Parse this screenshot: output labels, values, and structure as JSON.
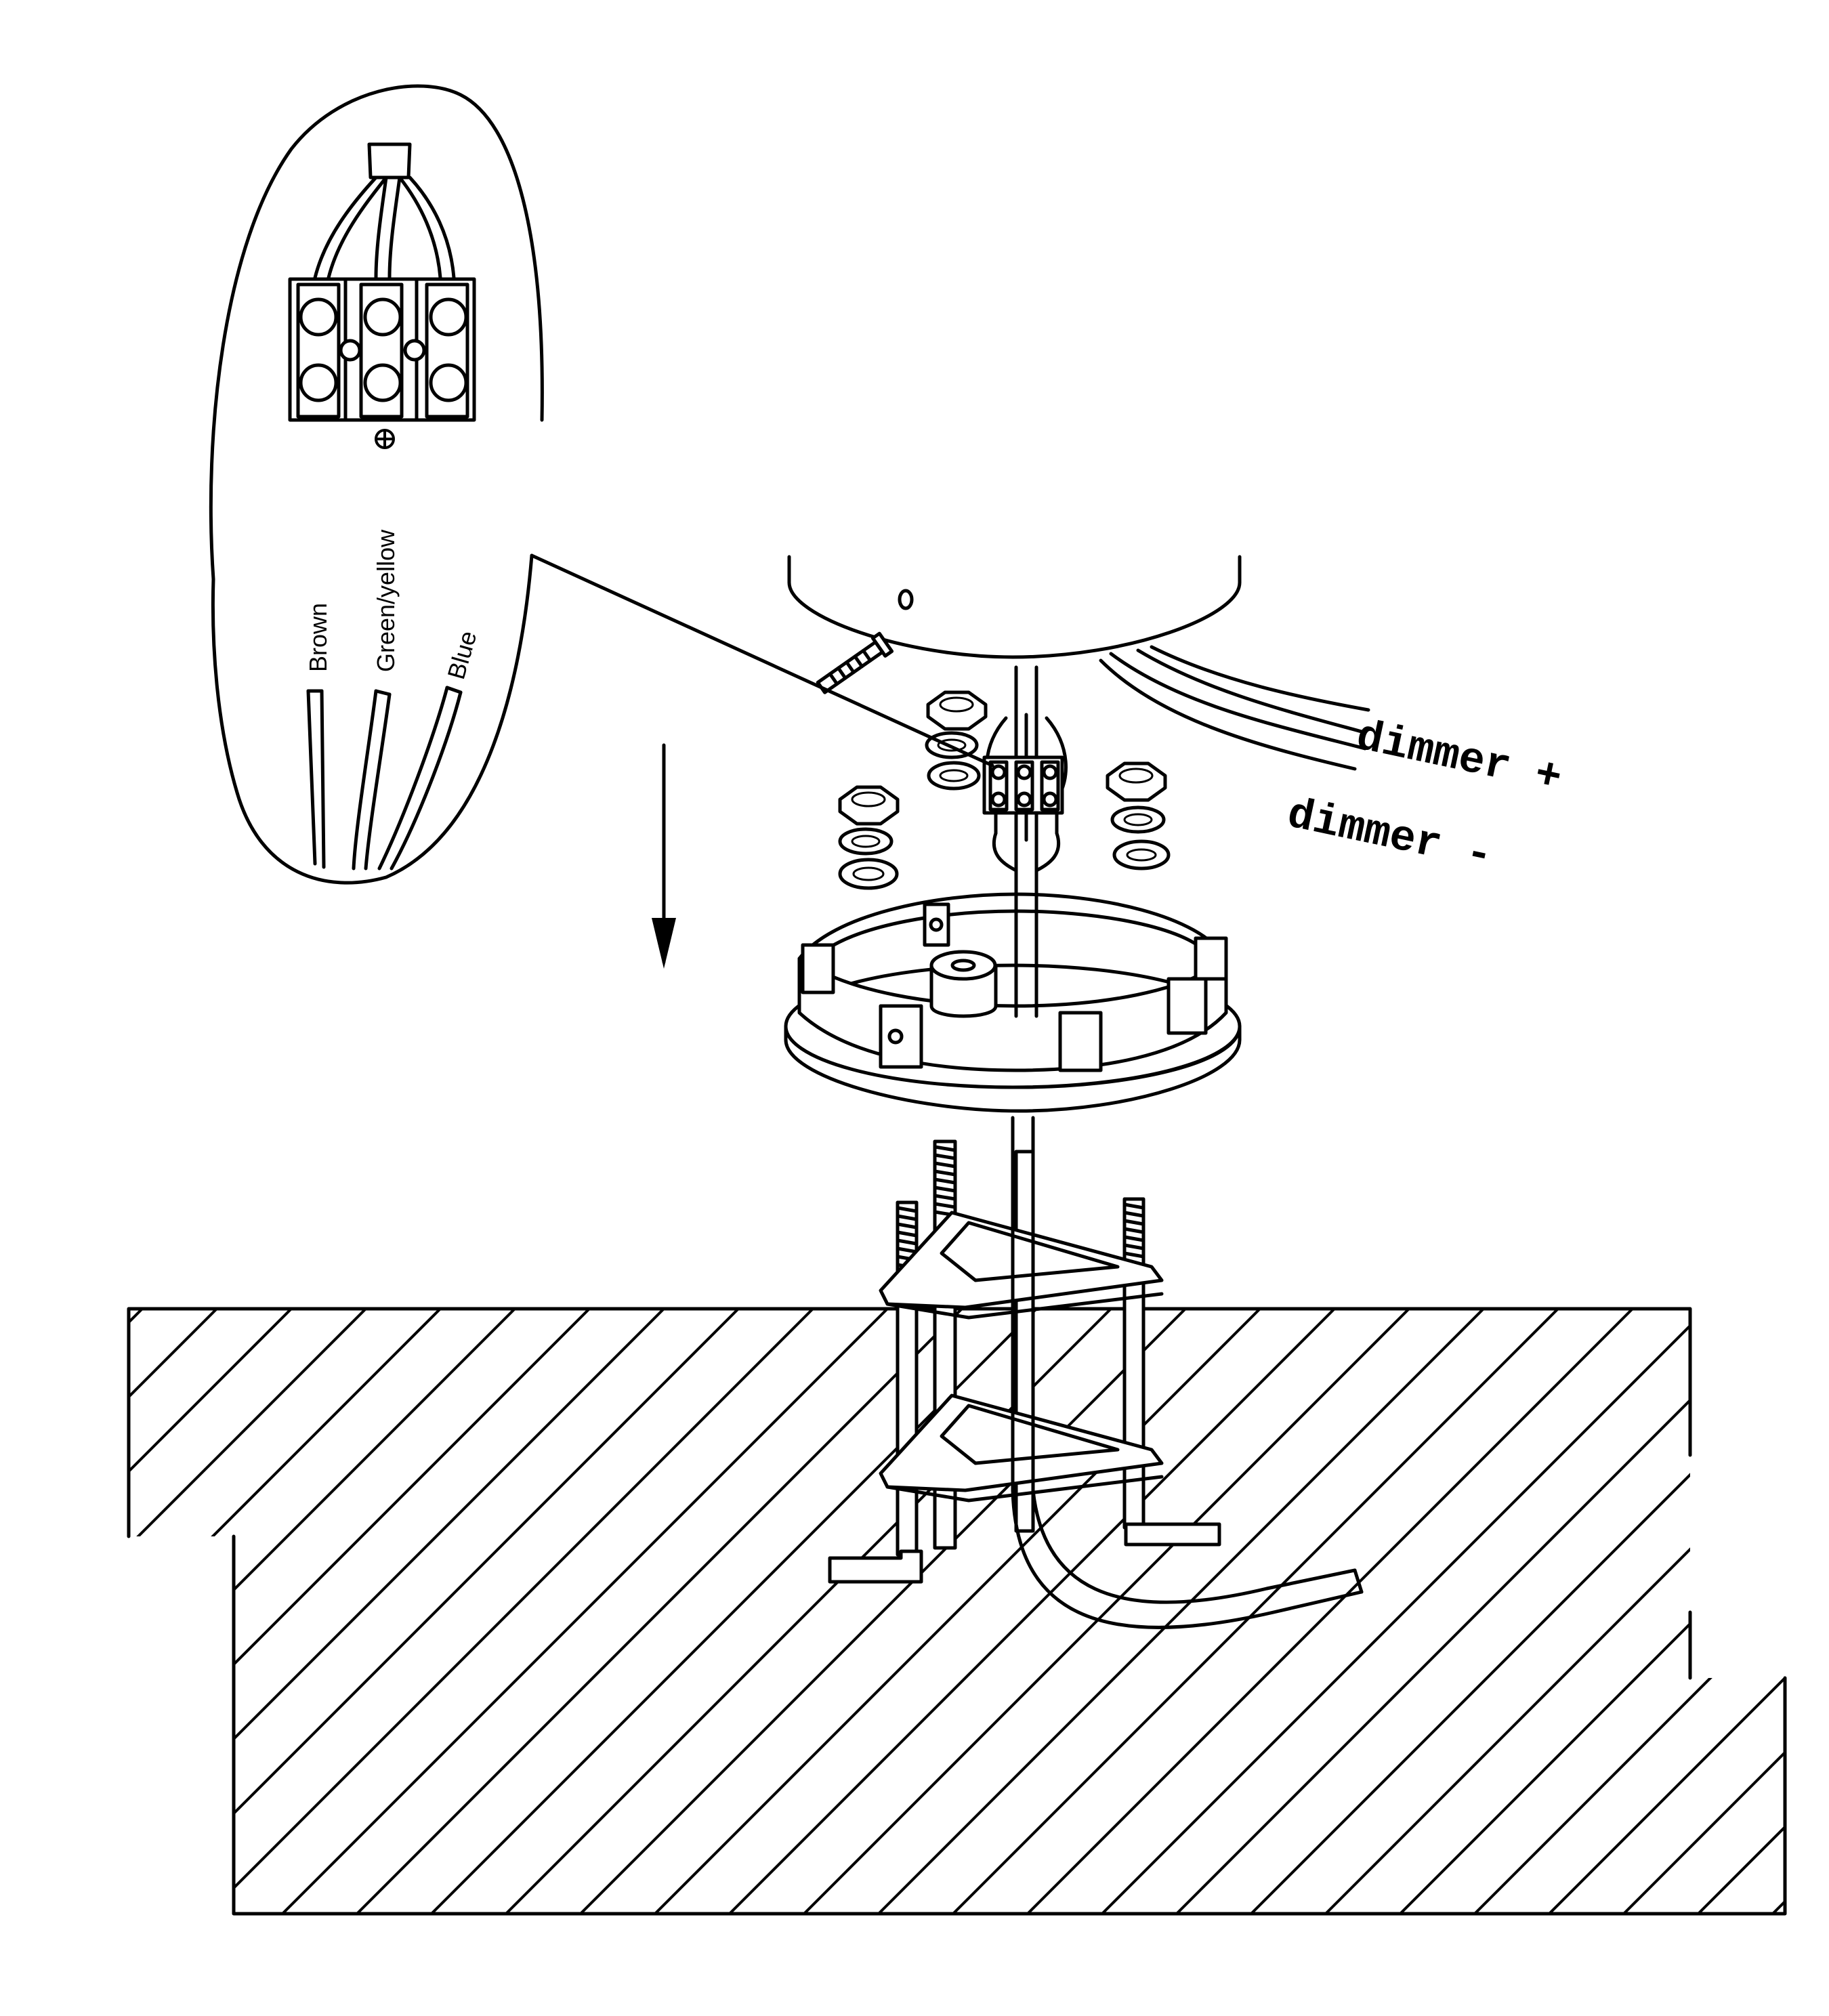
{
  "callout": {
    "wires": {
      "brown": "Brown",
      "green_yellow": "Green/yellow",
      "blue": "Blue"
    },
    "earth_icon": "earth-ground-icon"
  },
  "dimmer": {
    "plus": "dimmer +",
    "minus": "dimmer -"
  },
  "icons": {
    "direction": "arrow-down-icon",
    "screw": "screw-icon",
    "nut": "hex-nut-icon",
    "washer": "washer-icon"
  },
  "colors": {
    "line": "#000000",
    "background": "#ffffff"
  }
}
